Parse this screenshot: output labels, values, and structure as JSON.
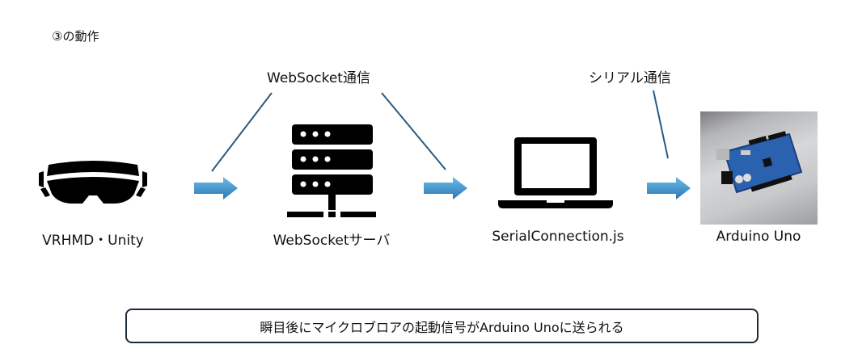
{
  "title": "③の動作",
  "connections": [
    {
      "label": "WebSocket通信",
      "name": "websocket-connection"
    },
    {
      "label": "シリアル通信",
      "name": "serial-connection"
    }
  ],
  "nodes": [
    {
      "label": "VRHMD・Unity",
      "icon": "vr-headset-icon"
    },
    {
      "label": "WebSocketサーバ",
      "icon": "server-icon"
    },
    {
      "label": "SerialConnection.js",
      "icon": "laptop-icon"
    },
    {
      "label": "Arduino Uno",
      "icon": "arduino-photo"
    }
  ],
  "note": "瞬目後にマイクロブロアの起動信号がArduino Unoに送られる",
  "colors": {
    "arrow_top": "#5aaee0",
    "arrow_bottom": "#2e7cb8",
    "connector_line": "#2a5a7e",
    "icon": "#000000",
    "box_border": "#1c2b3a"
  }
}
